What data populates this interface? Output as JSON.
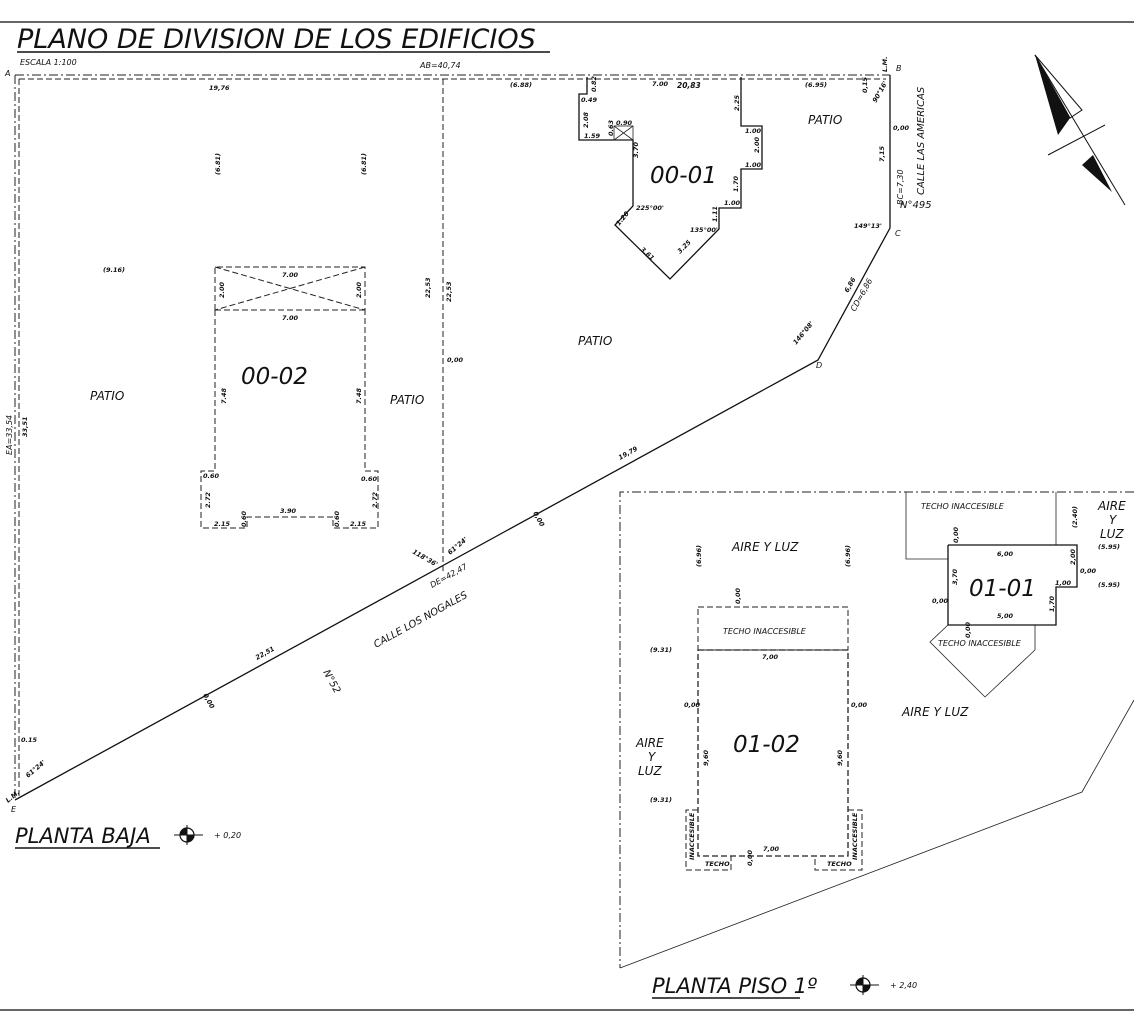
{
  "title": "PLANO DE DIVISION DE LOS EDIFICIOS",
  "scale": "ESCALA 1:100",
  "lot": {
    "corners": [
      "A",
      "B",
      "C",
      "D",
      "E"
    ],
    "ab": "AB=40,74",
    "bc": "BC=7,30",
    "cd": "CD=6,86",
    "de": "DE=42,47",
    "ea": "EA=33,54",
    "lm": "L.M.",
    "street_east": "CALLE LAS AMERICAS",
    "street_east_number": "N°495",
    "street_south": "CALLE LOS NOGALES",
    "street_south_number": "N°52"
  },
  "planta_baja": {
    "label": "PLANTA BAJA",
    "level": "+ 0,20",
    "patio": "PATIO",
    "units": [
      "00-01",
      "00-02"
    ],
    "dims": [
      "19,76",
      "(6.81)",
      "(6.81)",
      "(9.16)",
      "22,53",
      "22,53",
      "0,00",
      "33,51",
      "0.15",
      "61°24'",
      "118°36'",
      "61°24'",
      "22,51",
      "0,00",
      "0,00",
      "19,79",
      "146°08'",
      "6,86",
      "149°13'",
      "7,15",
      "0,00",
      "0,15",
      "90°16'",
      "(6.95)",
      "(6.88)",
      "7.00",
      "20,83"
    ],
    "unit_01_dims": [
      "0.82",
      "0.49",
      "2.08",
      "1.59",
      "0.63",
      "0.90",
      "3.70",
      "225°00'",
      "1.20",
      "3.61",
      "3.25",
      "135°00'",
      "1.11",
      "1.00",
      "1.70",
      "1.00",
      "2.00",
      "1.00",
      "2.25"
    ],
    "unit_02_dims": [
      "7.00",
      "2.00",
      "2.00",
      "7.00",
      "7.48",
      "7.48",
      "0.60",
      "0.60",
      "2.72",
      "2.72",
      "3.90",
      "2.15",
      "0.60",
      "0.60",
      "2.15"
    ]
  },
  "planta_piso": {
    "label": "PLANTA PISO 1º",
    "level": "+ 2,40",
    "aire_luz": "AIRE Y LUZ",
    "aire": "AIRE",
    "y": "Y",
    "luz": "LUZ",
    "techo_inaccesible": "TECHO INACCESIBLE",
    "techo": "TECHO",
    "inaccesible": "INACCESIBLE",
    "units": [
      "01-01",
      "01-02"
    ],
    "dims": [
      "(6.96)",
      "(6.96)",
      "(9.31)",
      "(9.31)",
      "0,00",
      "7,00",
      "0,00",
      "0,00",
      "9,60",
      "9,60",
      "7,00",
      "0,00",
      "(2.40)",
      "(5.95)",
      "(5.95)",
      "0,00",
      "6,00",
      "2,00",
      "0,00",
      "1,00",
      "3,70",
      "0,00",
      "5,00",
      "1,70",
      "0,00"
    ]
  }
}
